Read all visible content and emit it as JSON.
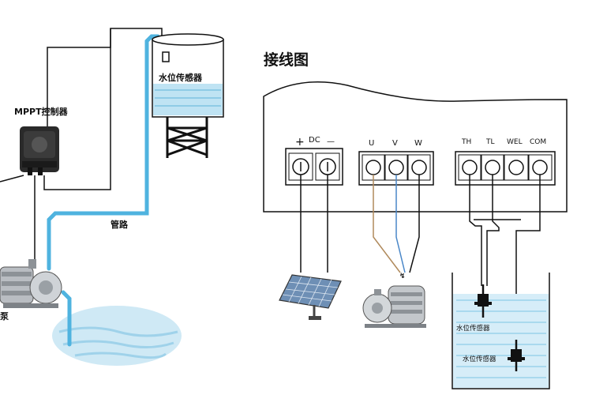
{
  "left": {
    "controller_label": "MPPT控制器",
    "tank_label": "水位传感器",
    "pipe_label": "管路",
    "pump_label": "泵"
  },
  "right": {
    "title": "接线图",
    "dc_group": {
      "plus": "+",
      "label": "DC",
      "minus": "—"
    },
    "uvw": [
      "U",
      "V",
      "W"
    ],
    "sensor_terms": [
      "TH",
      "TL",
      "WEL",
      "COM"
    ],
    "sensor_label_1": "水位传感器",
    "sensor_label_2": "水位传感器"
  },
  "colors": {
    "water": "#a9d9ee",
    "pipe": "#4fb3df",
    "wire_brown": "#b08a5c",
    "wire_blue": "#4a87c8",
    "line": "#111111"
  }
}
